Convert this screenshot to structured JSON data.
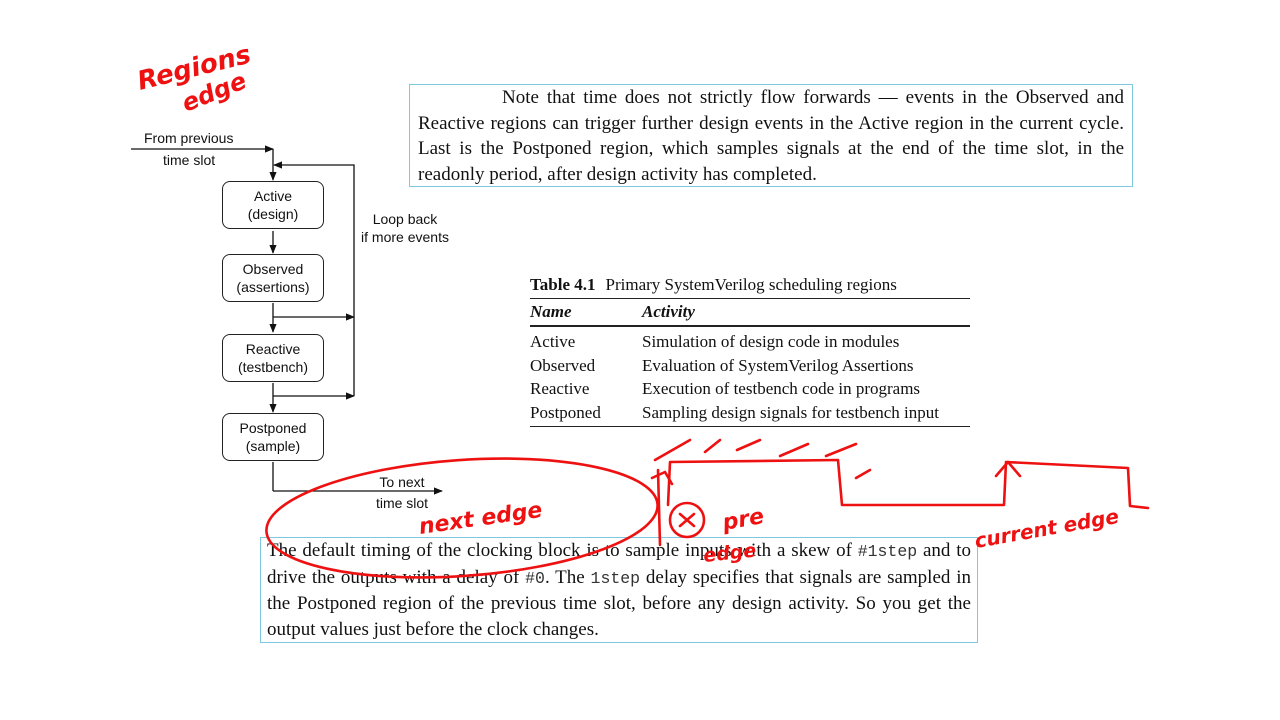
{
  "diagram": {
    "from_previous": [
      "From previous",
      "time slot"
    ],
    "loop_back": [
      "Loop back",
      "if more events"
    ],
    "to_next": [
      "To next",
      "time slot"
    ],
    "regions": [
      {
        "name": "Active",
        "sub": "(design)"
      },
      {
        "name": "Observed",
        "sub": "(assertions)"
      },
      {
        "name": "Reactive",
        "sub": "(testbench)"
      },
      {
        "name": "Postponed",
        "sub": "(sample)"
      }
    ]
  },
  "note": {
    "text": "Note that time does not strictly flow forwards — events in the Observed and Reactive regions can trigger further design events in the Active region in the current cycle. Last is the Postponed region, which samples signals at the end of the time slot, in the readonly period, after design activity has completed."
  },
  "table": {
    "label": "Table 4.1",
    "title": "Primary SystemVerilog scheduling regions",
    "headers": [
      "Name",
      "Activity"
    ],
    "rows": [
      [
        "Active",
        "Simulation of design code in modules"
      ],
      [
        "Observed",
        "Evaluation of SystemVerilog Assertions"
      ],
      [
        "Reactive",
        "Execution of testbench code in programs"
      ],
      [
        "Postponed",
        "Sampling design signals for testbench input"
      ]
    ]
  },
  "clocking": {
    "s1": "The default timing of the clocking block is to sample inputs with a skew of ",
    "c1": "#1step",
    "s2": " and to drive the outputs with a delay of ",
    "c2": "#0",
    "s3": ". The ",
    "c3": "1step",
    "s4": " delay specifies that signals are sampled in the Postponed region of the previous time slot, before any design activity. So you get the output values just before the clock changes."
  },
  "annotations": {
    "color": "#ee1111",
    "handwriting": [
      "Regions",
      "edge",
      "next edge",
      "pre",
      "edge",
      "current edge"
    ]
  }
}
